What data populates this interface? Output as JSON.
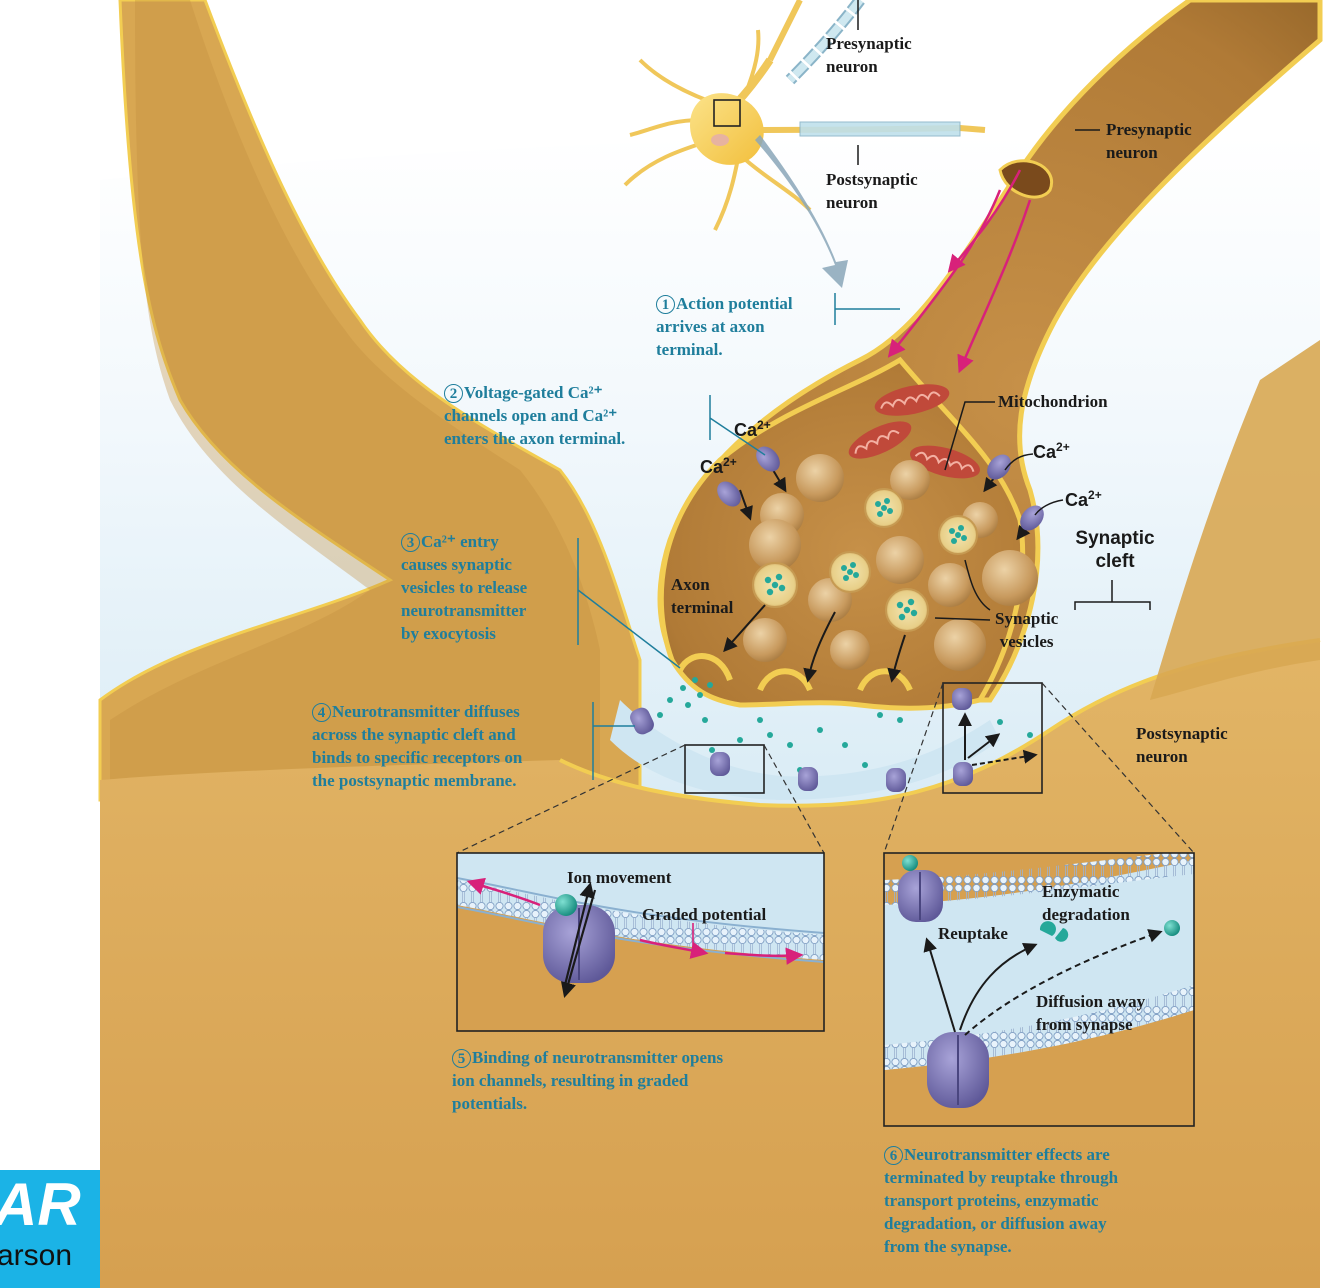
{
  "labels": {
    "presynaptic_top": "Presynaptic\nneuron",
    "presynaptic_right": "Presynaptic\nneuron",
    "postsynaptic_top": "Postsynaptic\nneuron",
    "postsynaptic_right": "Postsynaptic\nneuron",
    "mitochondrion": "Mitochondrion",
    "synaptic_cleft": "Synaptic\ncleft",
    "axon_terminal": "Axon\nterminal",
    "synaptic_vesicles": "Synaptic\nvesicles",
    "ion_movement": "Ion movement",
    "graded_potential": "Graded potential",
    "reuptake": "Reuptake",
    "enzymatic_degradation": "Enzymatic\ndegradation",
    "diffusion_away": "Diffusion away\nfrom synapse"
  },
  "ion": {
    "symbol": "Ca",
    "charge": "2+"
  },
  "steps": [
    {
      "num": "1",
      "text": "Action potential\narrives at axon\nterminal."
    },
    {
      "num": "2",
      "text": "Voltage-gated Ca²⁺\nchannels open and Ca²⁺\nenters the axon terminal."
    },
    {
      "num": "3",
      "text": "Ca²⁺ entry\ncauses synaptic\nvesicles to release\nneurotransmitter\nby exocytosis"
    },
    {
      "num": "4",
      "text": "Neurotransmitter diffuses\nacross the synaptic cleft and\nbinds to specific receptors on\nthe postsynaptic membrane."
    },
    {
      "num": "5",
      "text": "Binding of neurotransmitter opens\nion channels, resulting in graded\npotentials."
    },
    {
      "num": "6",
      "text": "Neurotransmitter effects are\nterminated by reuptake through\ntransport proteins, enzymatic\ndegradation, or diffusion away\nfrom the synapse."
    }
  ],
  "logo": {
    "big": "AR",
    "small": "arson"
  },
  "colors": {
    "cytoplasm": "#d9a955",
    "membrane": "#f2cd52",
    "cleft": "#cfe6f2",
    "step_text": "#1f7e9c",
    "arrow_magenta": "#d8217a",
    "neurotransmitter": "#25a89a",
    "channel": "#7e78b8"
  },
  "icons": [
    "cell-body-icon",
    "mitochondrion-icon",
    "vesicle-icon",
    "ion-channel-icon",
    "receptor-icon",
    "neurotransmitter-icon"
  ]
}
